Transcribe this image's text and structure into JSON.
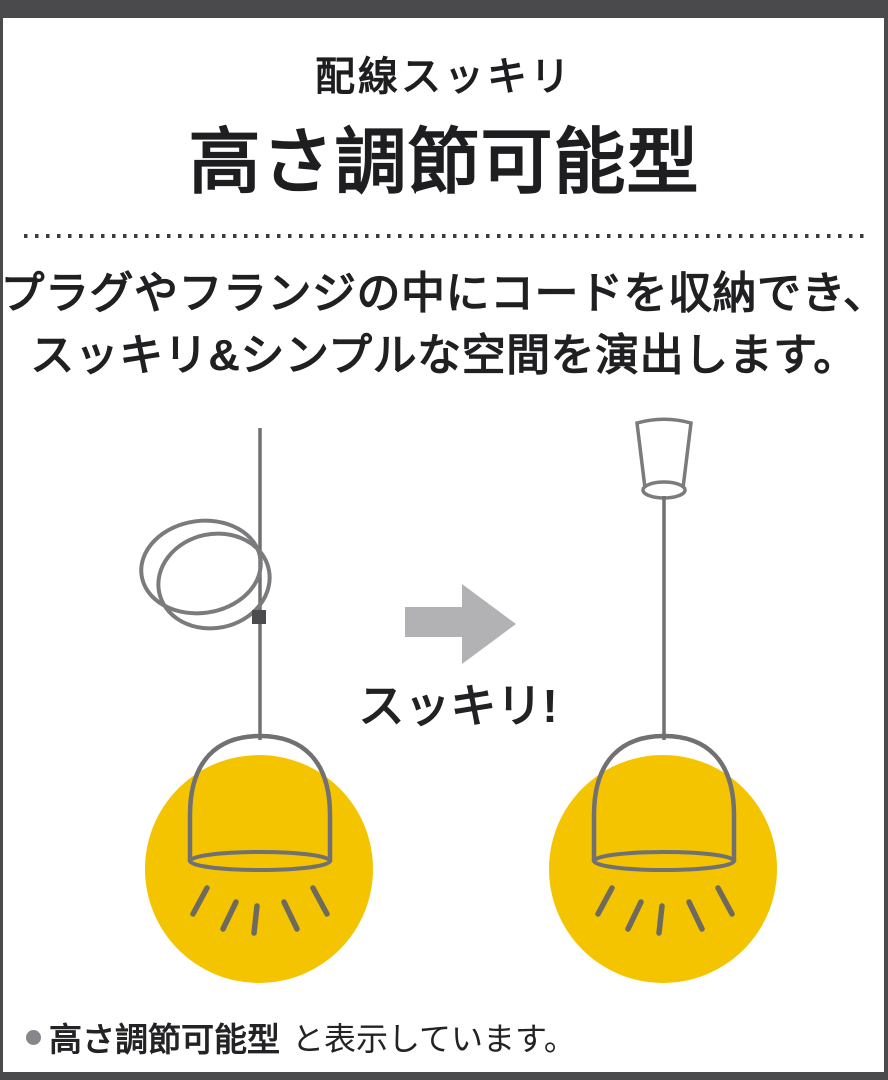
{
  "header": {
    "subtitle": "配線スッキリ",
    "title": "高さ調節可能型"
  },
  "description": {
    "line1": "プラグやフランジの中にコードを収納でき、",
    "line2": "スッキリ&シンプルな空間を演出します。"
  },
  "diagram": {
    "arrow_label": "スッキリ!",
    "colors": {
      "lamp_glow_yellow": "#F5C400",
      "line_gray": "#717174",
      "arrow_gray": "#B2B2B4",
      "frame_gray": "#4A4A4D",
      "ray_gray": "#6E6A5E"
    }
  },
  "footnote": {
    "bold_text": "高さ調節可能型",
    "rest_text": "と表示しています。"
  }
}
